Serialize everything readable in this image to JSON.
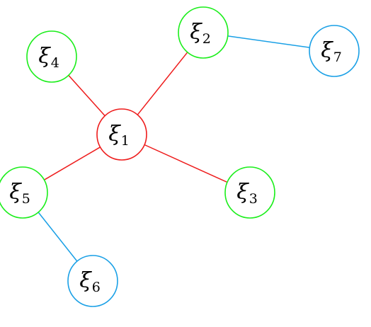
{
  "diagram": {
    "colors": {
      "root": "#ee1c1c",
      "level1": "#1aee1a",
      "level2": "#1aa0e6",
      "background": "#ffffff"
    },
    "nodes": [
      {
        "id": "n1",
        "symbol": "ξ",
        "subscript": "1",
        "group": "root"
      },
      {
        "id": "n2",
        "symbol": "ξ",
        "subscript": "2",
        "group": "level1"
      },
      {
        "id": "n3",
        "symbol": "ξ",
        "subscript": "3",
        "group": "level1"
      },
      {
        "id": "n4",
        "symbol": "ξ",
        "subscript": "4",
        "group": "level1"
      },
      {
        "id": "n5",
        "symbol": "ξ",
        "subscript": "5",
        "group": "level1"
      },
      {
        "id": "n6",
        "symbol": "ξ",
        "subscript": "6",
        "group": "level2"
      },
      {
        "id": "n7",
        "symbol": "ξ",
        "subscript": "7",
        "group": "level2"
      }
    ],
    "edges": [
      {
        "from": "n1",
        "to": "n2",
        "color": "root"
      },
      {
        "from": "n1",
        "to": "n3",
        "color": "root"
      },
      {
        "from": "n1",
        "to": "n4",
        "color": "root"
      },
      {
        "from": "n1",
        "to": "n5",
        "color": "root"
      },
      {
        "from": "n2",
        "to": "n7",
        "color": "level2"
      },
      {
        "from": "n5",
        "to": "n6",
        "color": "level2"
      }
    ]
  }
}
